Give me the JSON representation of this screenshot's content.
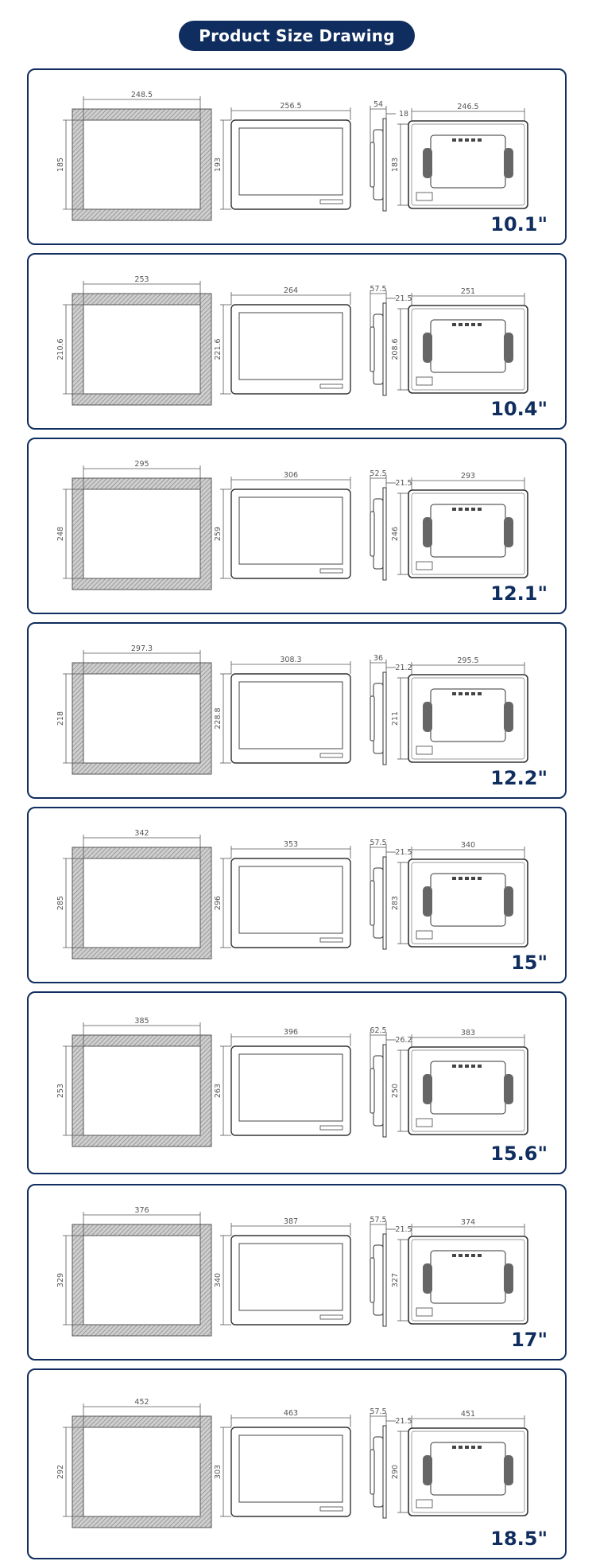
{
  "title": "Product Size Drawing",
  "colors": {
    "accent": "#0f2d5e",
    "line": "#555555",
    "hatch": "#9a9a9a"
  },
  "panels": [
    {
      "size": "10.1\"",
      "cutout_w": "248.5",
      "cutout_h": "185",
      "front_w": "256.5",
      "front_h": "193",
      "depth": "54",
      "bezel": "18",
      "back_w": "246.5",
      "back_h": "183"
    },
    {
      "size": "10.4\"",
      "cutout_w": "253",
      "cutout_h": "210.6",
      "front_w": "264",
      "front_h": "221.6",
      "depth": "57.5",
      "bezel": "21.5",
      "back_w": "251",
      "back_h": "208.6"
    },
    {
      "size": "12.1\"",
      "cutout_w": "295",
      "cutout_h": "248",
      "front_w": "306",
      "front_h": "259",
      "depth": "52.5",
      "bezel": "21.5",
      "back_w": "293",
      "back_h": "246"
    },
    {
      "size": "12.2\"",
      "cutout_w": "297.3",
      "cutout_h": "218",
      "front_w": "308.3",
      "front_h": "228.8",
      "depth": "36",
      "bezel": "21.2",
      "back_w": "295.5",
      "back_h": "211"
    },
    {
      "size": "15\"",
      "cutout_w": "342",
      "cutout_h": "285",
      "front_w": "353",
      "front_h": "296",
      "depth": "57.5",
      "bezel": "21.5",
      "back_w": "340",
      "back_h": "283"
    },
    {
      "size": "15.6\"",
      "cutout_w": "385",
      "cutout_h": "253",
      "front_w": "396",
      "front_h": "263",
      "depth": "62.5",
      "bezel": "26.2",
      "back_w": "383",
      "back_h": "250"
    },
    {
      "size": "17\"",
      "cutout_w": "376",
      "cutout_h": "329",
      "front_w": "387",
      "front_h": "340",
      "depth": "57.5",
      "bezel": "21.5",
      "back_w": "374",
      "back_h": "327"
    },
    {
      "size": "18.5\"",
      "cutout_w": "452",
      "cutout_h": "292",
      "front_w": "463",
      "front_h": "303",
      "depth": "57.5",
      "bezel": "21.5",
      "back_w": "451",
      "back_h": "290"
    }
  ]
}
